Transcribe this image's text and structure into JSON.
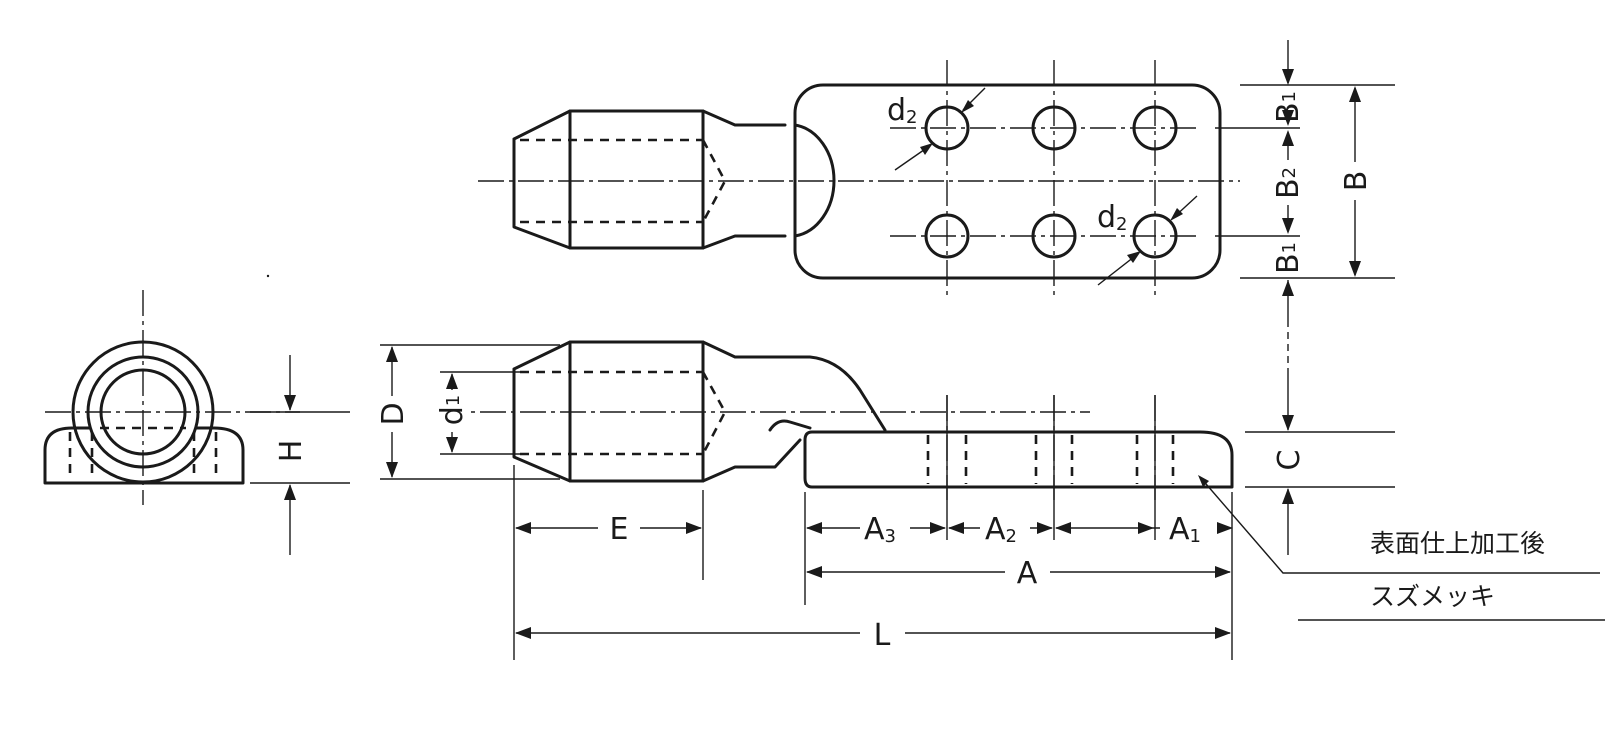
{
  "labels": {
    "L": "L",
    "A": "A",
    "A1": "A",
    "A1_sub": "1",
    "A2": "A",
    "A2_sub": "2",
    "A3": "A",
    "A3_sub": "3",
    "E": "E",
    "D": "D",
    "d1": "d",
    "d1_sub": "1",
    "H": "H",
    "C": "C",
    "B": "B",
    "B1_top": "B",
    "B1_top_sub": "1",
    "B2": "B",
    "B2_sub": "2",
    "B1_bottom": "B",
    "B1_bottom_sub": "1",
    "d2_top": "d",
    "d2_top_sub": "2",
    "d2_bottom": "d",
    "d2_bottom_sub": "2"
  },
  "notes": {
    "surface_finish": "表面仕上加工後",
    "plating": "スズメッキ"
  }
}
